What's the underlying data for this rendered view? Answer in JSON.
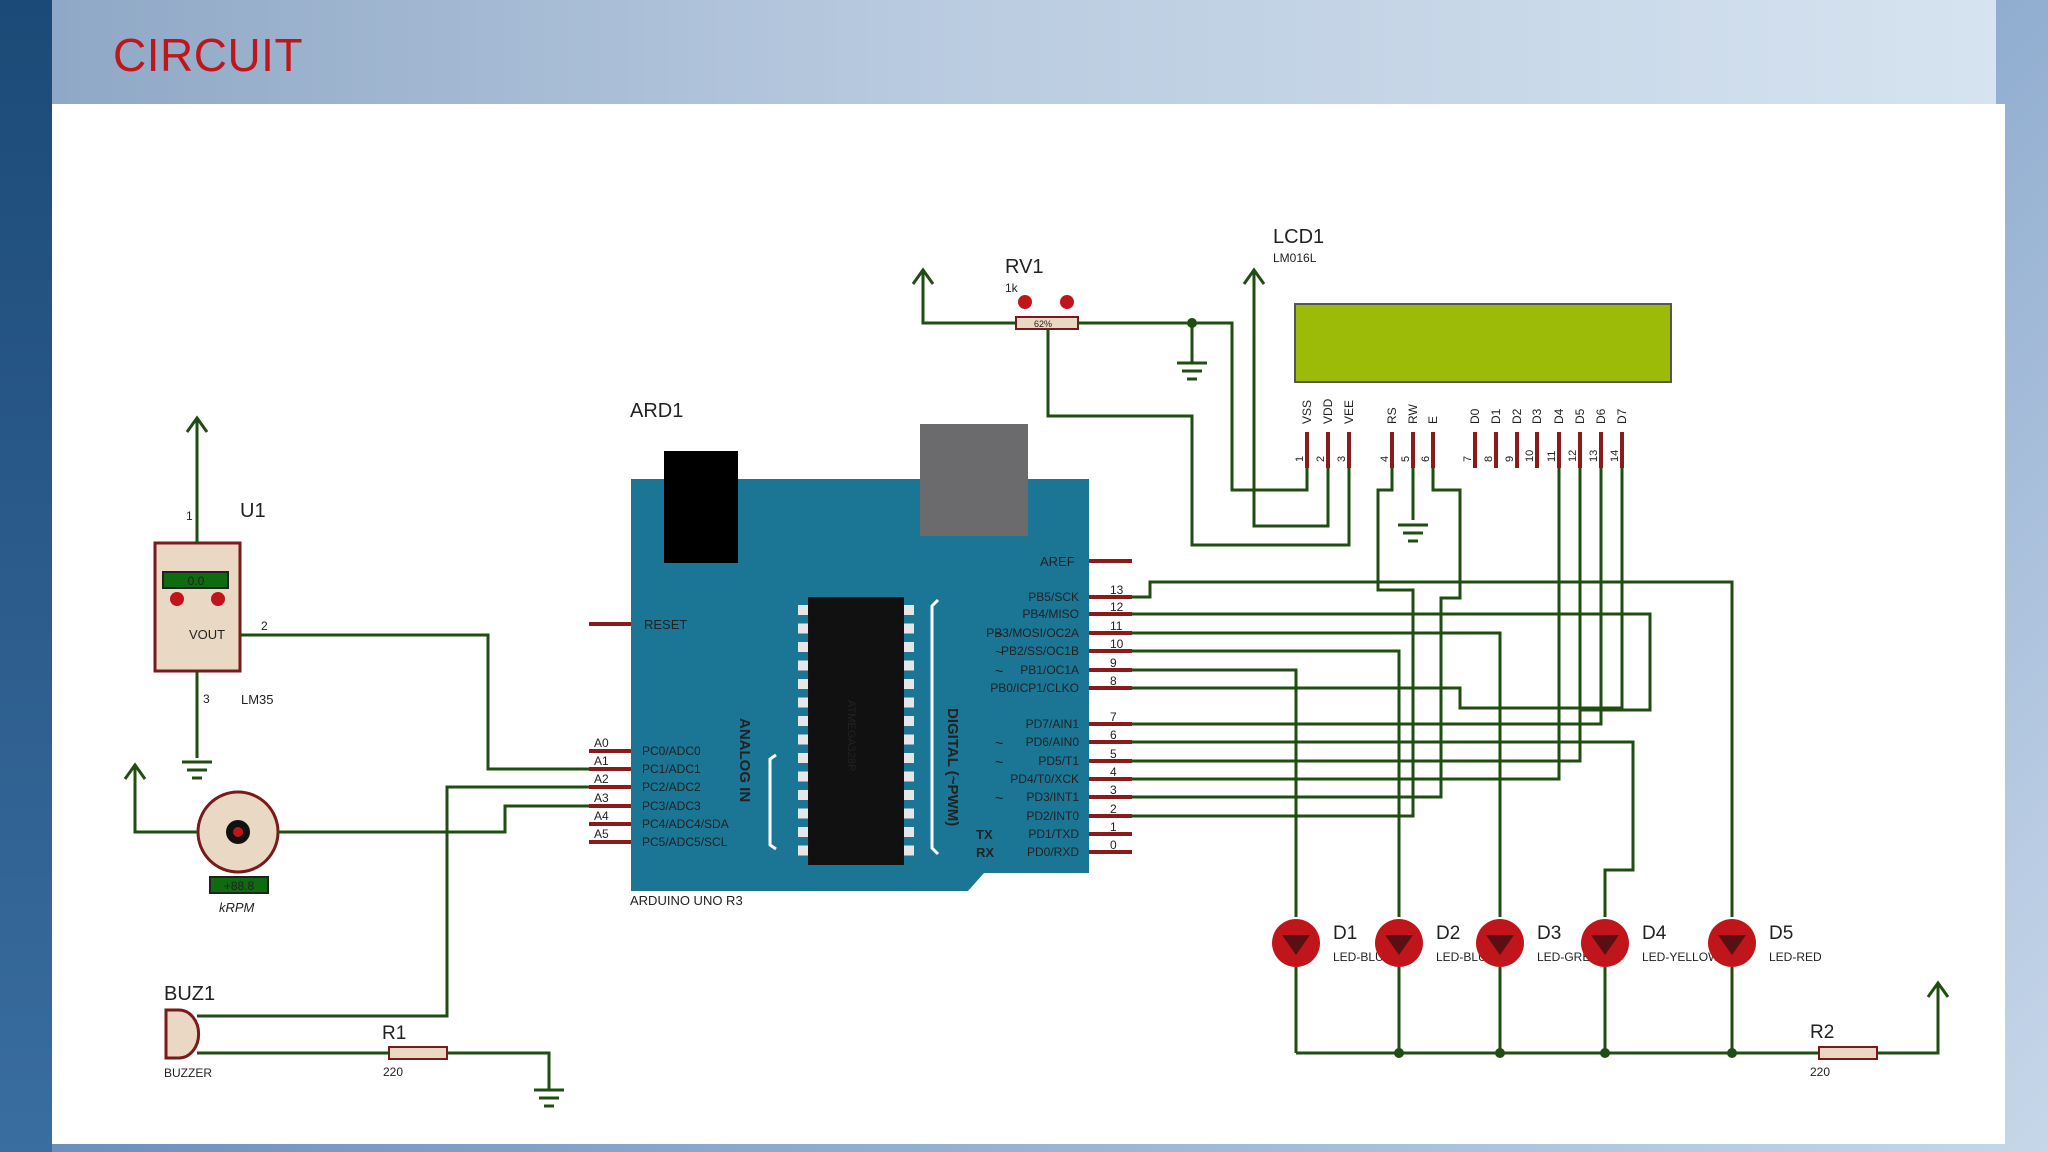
{
  "slide": {
    "title": "CIRCUIT"
  },
  "components": {
    "lcd": {
      "ref": "LCD1",
      "part": "LM016L",
      "pins": [
        "VSS",
        "VDD",
        "VEE",
        "RS",
        "RW",
        "E",
        "D0",
        "D1",
        "D2",
        "D3",
        "D4",
        "D5",
        "D6",
        "D7"
      ],
      "pin_numbers": [
        "1",
        "2",
        "3",
        "4",
        "5",
        "6",
        "7",
        "8",
        "9",
        "10",
        "11",
        "12",
        "13",
        "14"
      ],
      "screen_color": "#9bbb08"
    },
    "rv1": {
      "ref": "RV1",
      "value": "1k",
      "setting": "62%"
    },
    "ard": {
      "ref": "ARD1",
      "part": "ARDUINO UNO R3",
      "board_color": "#1b7595",
      "chip": "ATMEGA328P",
      "aref": "AREF",
      "reset": "RESET",
      "analog_header": "ANALOG IN",
      "digital_header": "DIGITAL (~PWM)",
      "analog_pins": [
        {
          "ext": "A0",
          "int": "PC0/ADC0"
        },
        {
          "ext": "A1",
          "int": "PC1/ADC1"
        },
        {
          "ext": "A2",
          "int": "PC2/ADC2"
        },
        {
          "ext": "A3",
          "int": "PC3/ADC3"
        },
        {
          "ext": "A4",
          "int": "PC4/ADC4/SDA"
        },
        {
          "ext": "A5",
          "int": "PC5/ADC5/SCL"
        }
      ],
      "digital_pins": [
        {
          "num": "13",
          "label": "PB5/SCK",
          "pwm": false
        },
        {
          "num": "12",
          "label": "PB4/MISO",
          "pwm": false
        },
        {
          "num": "11",
          "label": "PB3/MOSI/OC2A",
          "pwm": true
        },
        {
          "num": "10",
          "label": "PB2/SS/OC1B",
          "pwm": true
        },
        {
          "num": "9",
          "label": "PB1/OC1A",
          "pwm": true
        },
        {
          "num": "8",
          "label": "PB0/ICP1/CLKO",
          "pwm": false
        },
        {
          "num": "7",
          "label": "PD7/AIN1",
          "pwm": false
        },
        {
          "num": "6",
          "label": "PD6/AIN0",
          "pwm": true
        },
        {
          "num": "5",
          "label": "PD5/T1",
          "pwm": true
        },
        {
          "num": "4",
          "label": "PD4/T0/XCK",
          "pwm": false
        },
        {
          "num": "3",
          "label": "PD3/INT1",
          "pwm": true
        },
        {
          "num": "2",
          "label": "PD2/INT0",
          "pwm": false
        },
        {
          "num": "1",
          "label": "PD1/TXD",
          "pwm": false,
          "tag": "TX"
        },
        {
          "num": "0",
          "label": "PD0/RXD",
          "pwm": false,
          "tag": "RX"
        }
      ]
    },
    "u1": {
      "ref": "U1",
      "part": "LM35",
      "display": "0.0",
      "vout": "VOUT",
      "pin1": "1",
      "pin2": "2",
      "pin3": "3"
    },
    "motor": {
      "display": "+88.8",
      "unit": "kRPM"
    },
    "buz": {
      "ref": "BUZ1",
      "part": "BUZZER"
    },
    "r1": {
      "ref": "R1",
      "value": "220"
    },
    "r2": {
      "ref": "R2",
      "value": "220"
    },
    "leds": [
      {
        "ref": "D1",
        "part": "LED-BLUE"
      },
      {
        "ref": "D2",
        "part": "LED-BLUE"
      },
      {
        "ref": "D3",
        "part": "LED-GREEN"
      },
      {
        "ref": "D4",
        "part": "LED-YELLOW"
      },
      {
        "ref": "D5",
        "part": "LED-RED"
      }
    ],
    "led_color": "#c0161b",
    "wire_color": "#1f4d12",
    "pin_color": "#8b1a1a"
  }
}
